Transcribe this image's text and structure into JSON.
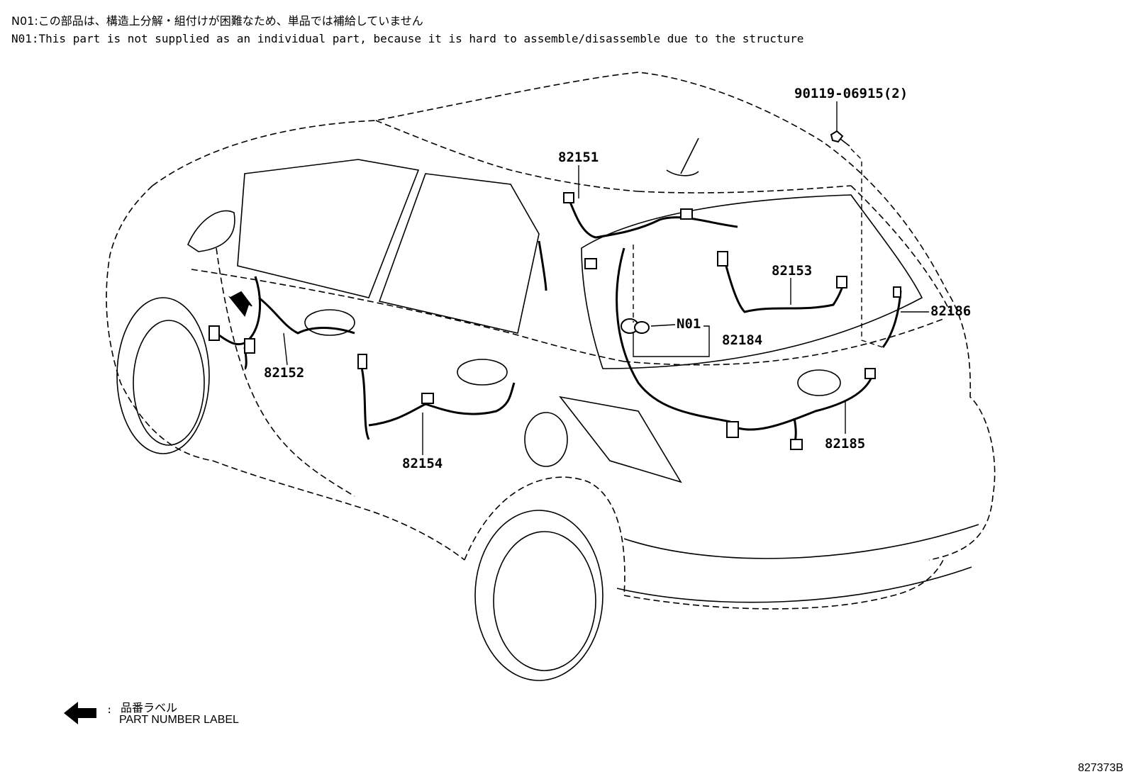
{
  "notes": {
    "ja": "N01:この部品は、構造上分解・組付けが困難なため、単品では補給していません",
    "en": "N01:This part is not supplied as an individual part, because it is hard to assemble/disassemble due to the structure"
  },
  "callouts": {
    "bolt": "90119-06915(2)",
    "c82151": "82151",
    "c82152": "82152",
    "c82153": "82153",
    "c82154": "82154",
    "c82184": "82184",
    "c82185": "82185",
    "c82186": "82186",
    "n01": "N01"
  },
  "legend": {
    "ja": "品番ラベル",
    "en": "PART NUMBER LABEL",
    "separator": ":"
  },
  "diagram_id": "827373B"
}
